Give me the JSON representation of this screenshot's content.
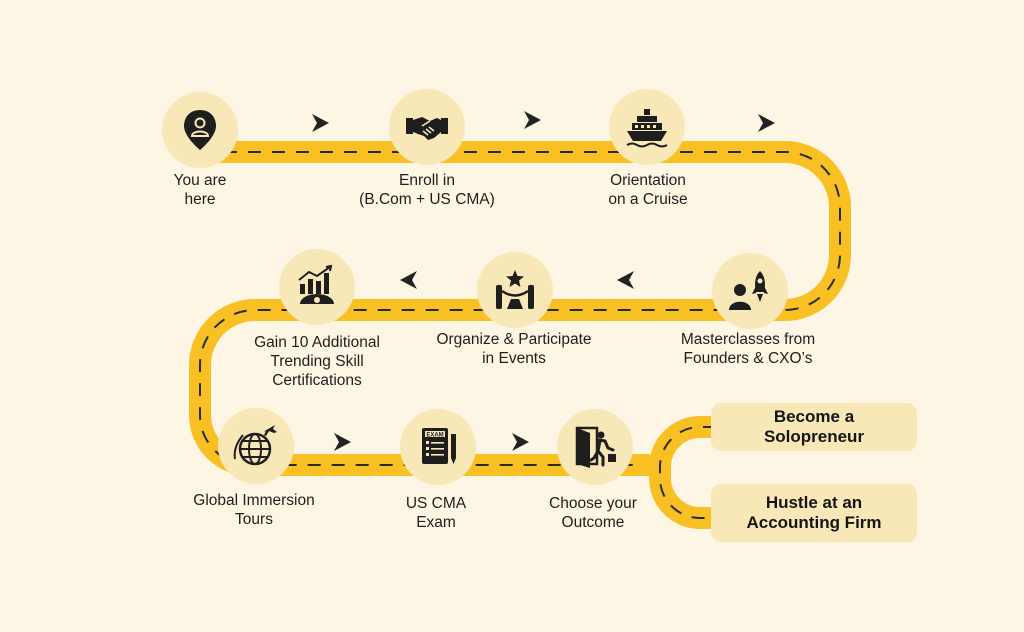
{
  "colors": {
    "background": "#fdf6e4",
    "road": "#f8c022",
    "dash": "#2a2a2a",
    "node_fill": "#f8e7b7",
    "icon": "#1e1e1e"
  },
  "steps": [
    {
      "label": "You are\nhere",
      "icon": "location-pin-icon"
    },
    {
      "label": "Enroll in\n(B.Com + US CMA)",
      "icon": "handshake-icon"
    },
    {
      "label": "Orientation\non a Cruise",
      "icon": "cruise-ship-icon"
    },
    {
      "label": "Masterclasses from\nFounders & CXO’s",
      "icon": "mentor-rocket-icon"
    },
    {
      "label": "Organize & Participate\nin Events",
      "icon": "event-stage-icon"
    },
    {
      "label": "Gain 10 Additional\nTrending Skill\nCertifications",
      "icon": "growth-chart-icon"
    },
    {
      "label": "Global Immersion\nTours",
      "icon": "globe-plane-icon"
    },
    {
      "label": "US CMA\nExam",
      "icon": "exam-paper-icon"
    },
    {
      "label": "Choose your\nOutcome",
      "icon": "exit-door-icon"
    }
  ],
  "outcomes": [
    {
      "label": "Become a\nSolopreneur"
    },
    {
      "label": "Hustle at an\nAccounting Firm"
    }
  ]
}
